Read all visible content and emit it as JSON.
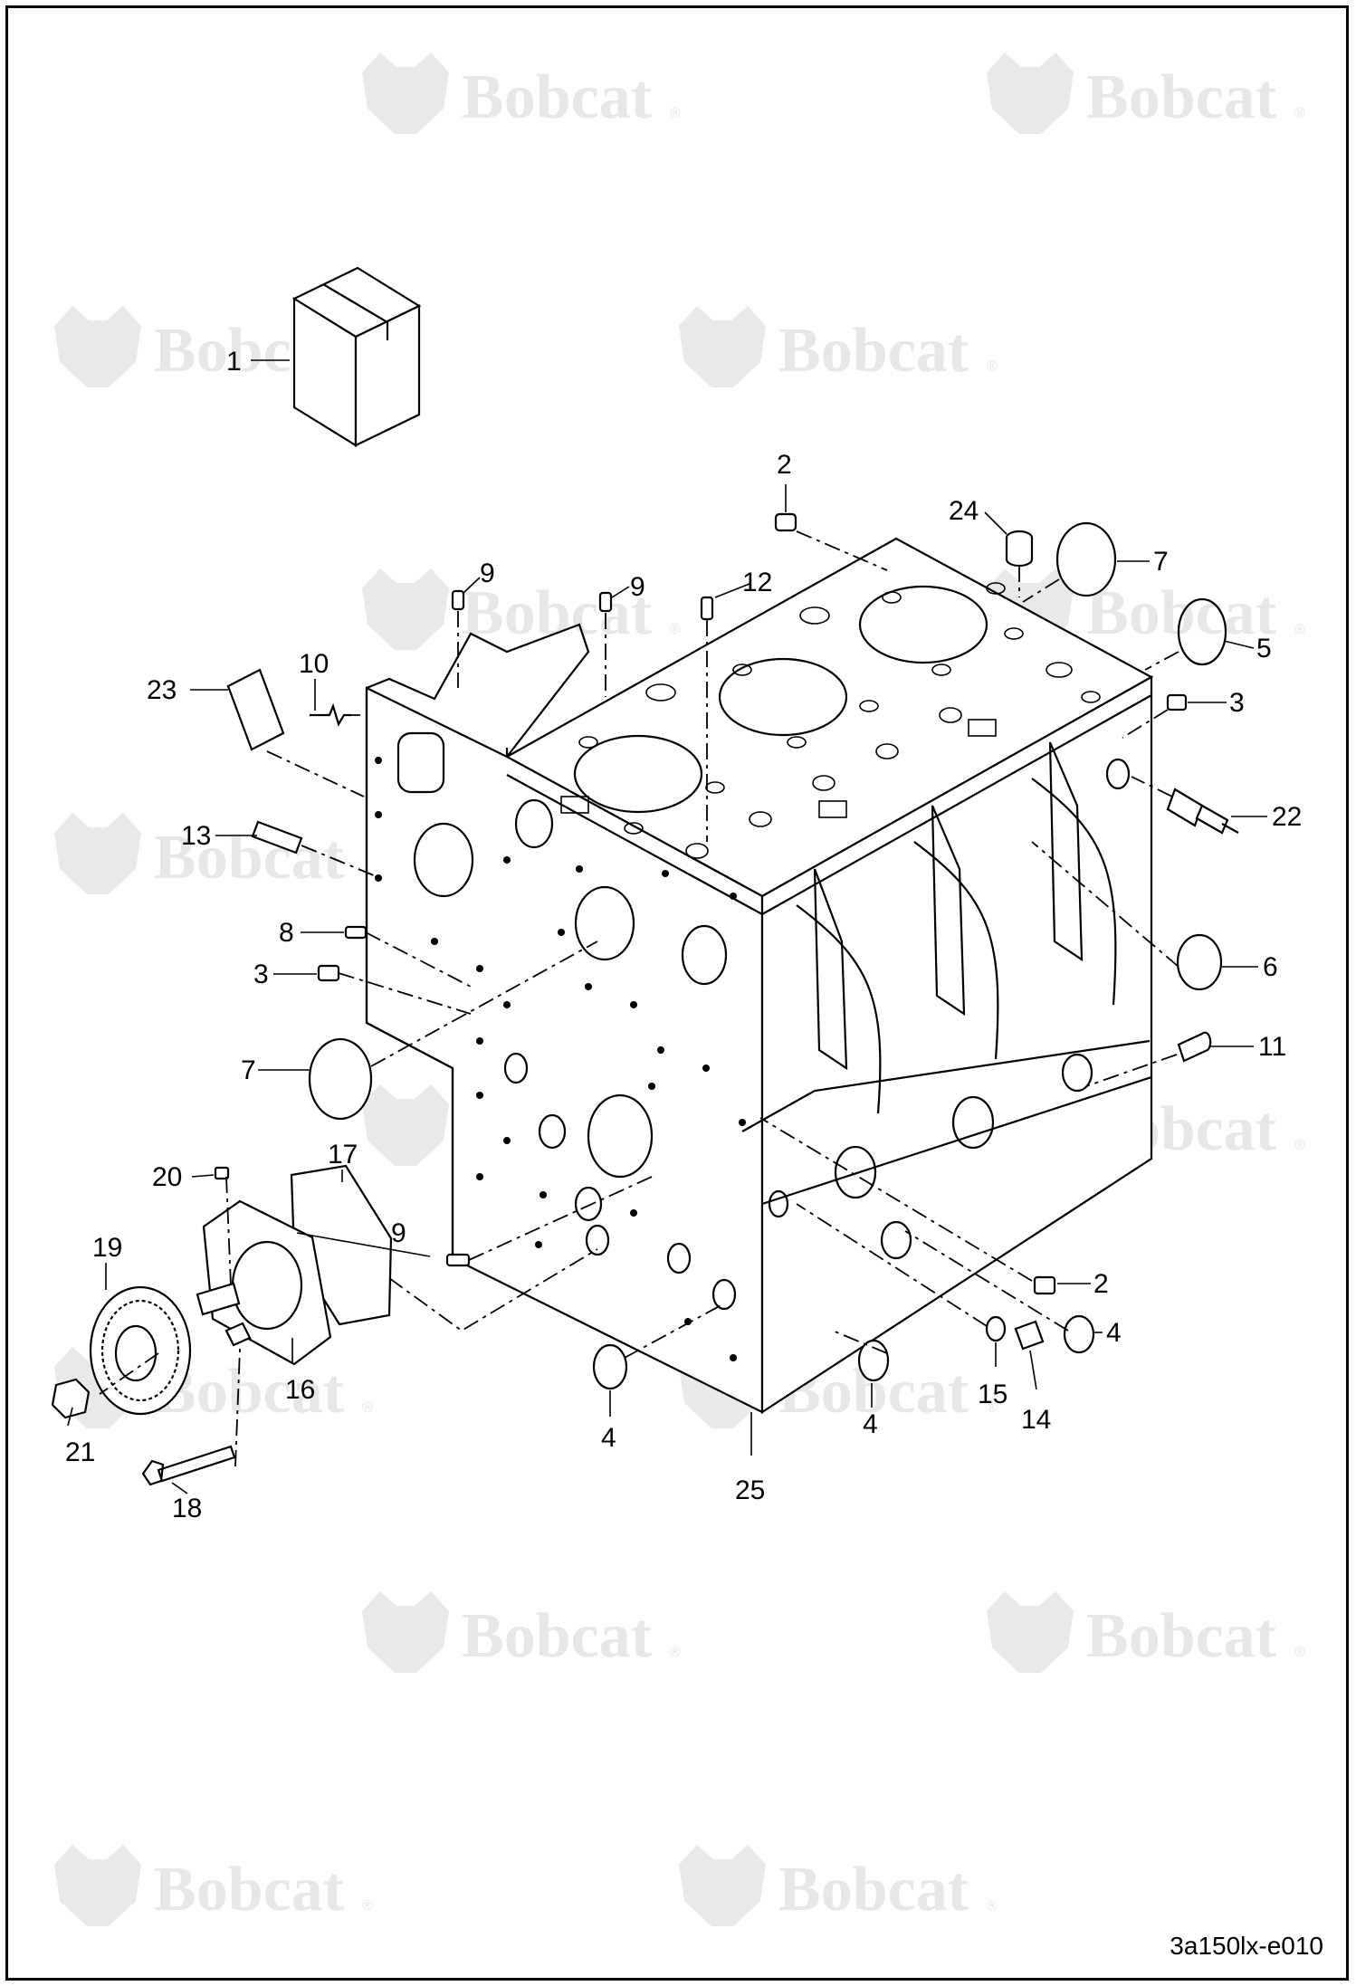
{
  "watermark": {
    "brand": "Bobcat",
    "mark": "®"
  },
  "drawing_code": "3a150lx-e010",
  "callouts": [
    {
      "id": "c1",
      "label": "1"
    },
    {
      "id": "c2a",
      "label": "2"
    },
    {
      "id": "c2b",
      "label": "2"
    },
    {
      "id": "c3a",
      "label": "3"
    },
    {
      "id": "c3b",
      "label": "3"
    },
    {
      "id": "c4a",
      "label": "4"
    },
    {
      "id": "c4b",
      "label": "4"
    },
    {
      "id": "c4c",
      "label": "4"
    },
    {
      "id": "c5",
      "label": "5"
    },
    {
      "id": "c6",
      "label": "6"
    },
    {
      "id": "c7a",
      "label": "7"
    },
    {
      "id": "c7b",
      "label": "7"
    },
    {
      "id": "c8",
      "label": "8"
    },
    {
      "id": "c9a",
      "label": "9"
    },
    {
      "id": "c9b",
      "label": "9"
    },
    {
      "id": "c9c",
      "label": "9"
    },
    {
      "id": "c10",
      "label": "10"
    },
    {
      "id": "c11",
      "label": "11"
    },
    {
      "id": "c12",
      "label": "12"
    },
    {
      "id": "c13",
      "label": "13"
    },
    {
      "id": "c14",
      "label": "14"
    },
    {
      "id": "c15",
      "label": "15"
    },
    {
      "id": "c16",
      "label": "16"
    },
    {
      "id": "c17",
      "label": "17"
    },
    {
      "id": "c18",
      "label": "18"
    },
    {
      "id": "c19",
      "label": "19"
    },
    {
      "id": "c20",
      "label": "20"
    },
    {
      "id": "c21",
      "label": "21"
    },
    {
      "id": "c22",
      "label": "22"
    },
    {
      "id": "c23",
      "label": "23"
    },
    {
      "id": "c24",
      "label": "24"
    },
    {
      "id": "c25",
      "label": "25"
    }
  ]
}
